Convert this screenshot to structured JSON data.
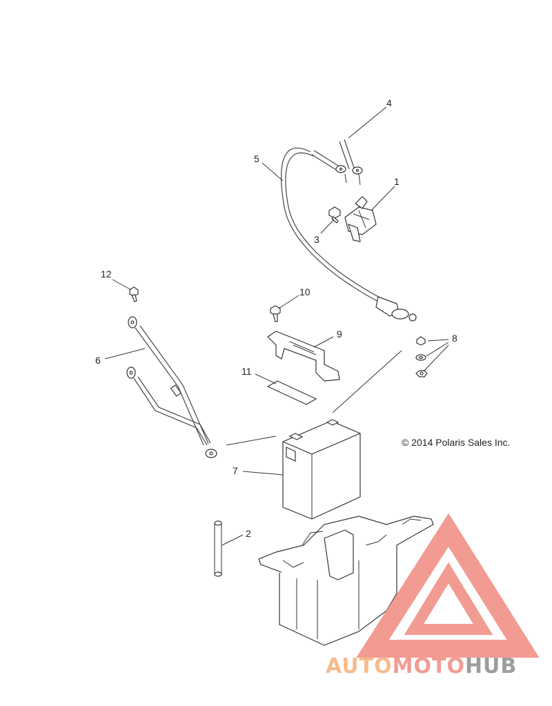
{
  "callouts": {
    "c1": "1",
    "c2": "2",
    "c3": "3",
    "c4": "4",
    "c5": "5",
    "c6": "6",
    "c7": "7",
    "c8": "8",
    "c9": "9",
    "c10": "10",
    "c11": "11",
    "c12": "12"
  },
  "copyright": "© 2014 Polaris Sales Inc.",
  "watermark": {
    "part1": "AUTO",
    "part2": "MOTO",
    "part3": "HUB",
    "color_orange": "#f6b07a",
    "color_red": "#f08a80",
    "color_gray": "#8c8c8c"
  }
}
